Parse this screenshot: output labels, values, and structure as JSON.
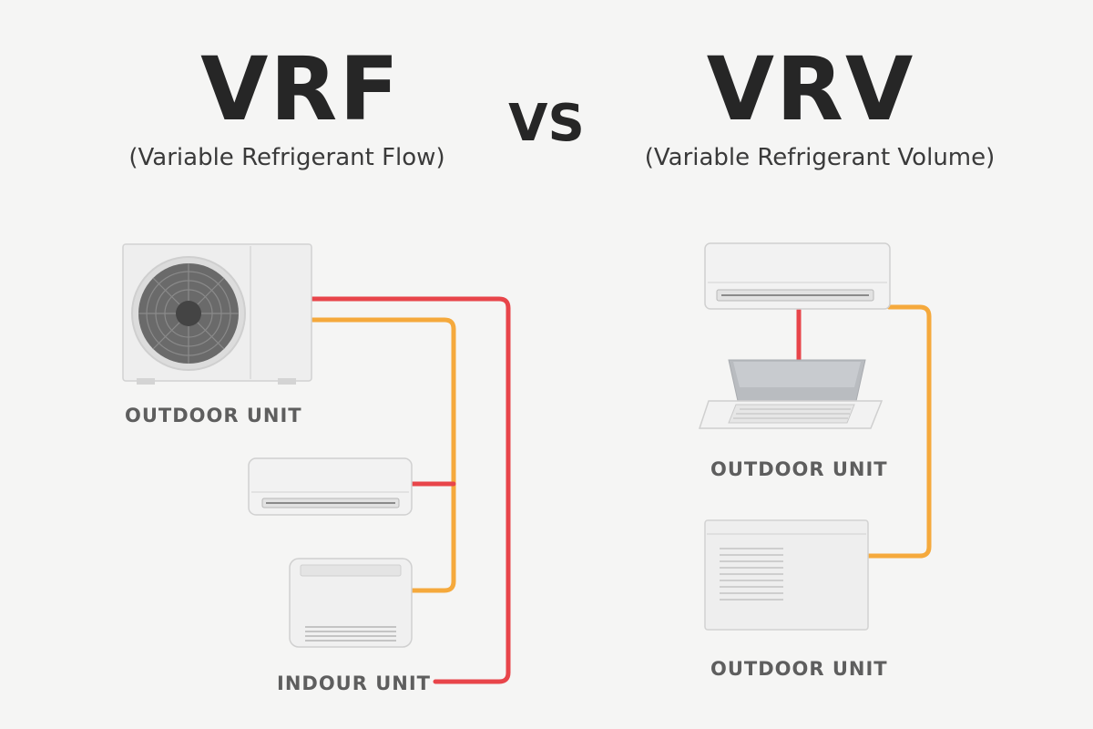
{
  "left_panel": {
    "title": "VRF",
    "subtitle": "(Variable Refrigerant Flow)",
    "outdoor_label": "OUTDOOR UNIT",
    "indoor_label": "INDOUR UNIT"
  },
  "vs_label": "VS",
  "right_panel": {
    "title": "VRV",
    "subtitle": "(Variable Refrigerant Volume)",
    "label_upper": "OUTDOOR UNIT",
    "label_lower": "OUTDOOR UNIT"
  },
  "colors": {
    "background": "#f5f5f4",
    "red_line": "#e8454a",
    "orange_line": "#f5a93c",
    "unit_body": "#eeeeee",
    "unit_edge": "#d6d6d6",
    "fan_dark": "#555555"
  },
  "icons": [
    "outdoor-unit-fan-icon",
    "wall-mounted-unit-icon",
    "floor-console-unit-icon",
    "ceiling-cassette-unit-icon",
    "box-outdoor-unit-icon"
  ]
}
